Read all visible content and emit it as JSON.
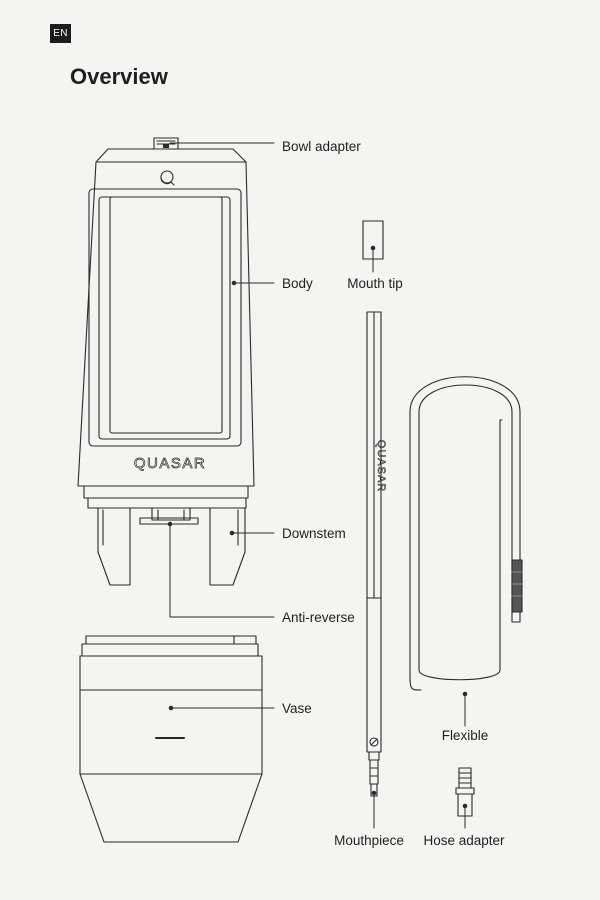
{
  "lang_badge": "EN",
  "title": "Overview",
  "labels": {
    "bowl_adapter": "Bowl adapter",
    "body": "Body",
    "mouth_tip": "Mouth tip",
    "downstem": "Downstem",
    "anti_reverse": "Anti-reverse",
    "vase": "Vase",
    "flexible": "Flexible",
    "mouthpiece": "Mouthpiece",
    "hose_adapter": "Hose adapter"
  },
  "brand": {
    "body_logo": "QUASAR",
    "hose_logo": "QUASAR"
  }
}
